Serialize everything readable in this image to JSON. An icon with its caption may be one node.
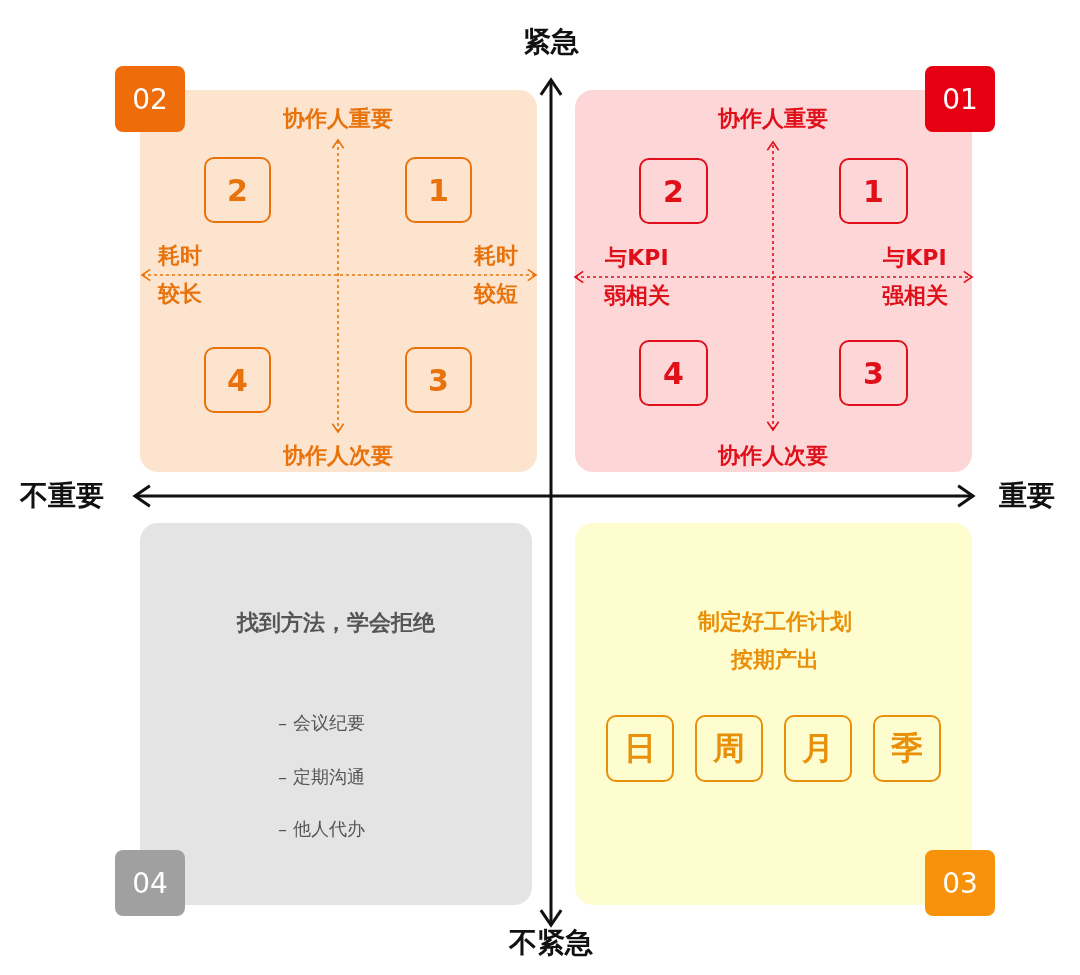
{
  "diagram": {
    "nodes": [
      {
        "text": [
          "协作人重要",
          "耗时较长",
          "耗时较短",
          "协作人次要"
        ]
      },
      {
        "text": [
          "2"
        ],
        "in": 0
      },
      {
        "text": [
          "1"
        ],
        "in": 0
      },
      {
        "text": [
          "4"
        ],
        "in": 0
      },
      {
        "text": [
          "3"
        ],
        "in": 0
      },
      {
        "text": [
          "02"
        ]
      },
      {
        "text": [
          "协作人重要",
          "与KPI 弱相关",
          "与KPI 强相关",
          "协作人次要"
        ]
      },
      {
        "text": [
          "2"
        ],
        "in": 6
      },
      {
        "text": [
          "1"
        ],
        "in": 6
      },
      {
        "text": [
          "4"
        ],
        "in": 6
      },
      {
        "text": [
          "3"
        ],
        "in": 6
      },
      {
        "text": [
          "01"
        ]
      },
      {
        "text": [
          "找到方法，学会拒绝",
          "– 会议纪要",
          "– 定期沟通",
          "– 他人代办"
        ]
      },
      {
        "text": [
          "04"
        ]
      },
      {
        "text": [
          "制定好工作计划按期产出"
        ]
      },
      {
        "text": [
          "日"
        ],
        "in": 14
      },
      {
        "text": [
          "周"
        ],
        "in": 14
      },
      {
        "text": [
          "月"
        ],
        "in": 14
      },
      {
        "text": [
          "季"
        ],
        "in": 14
      },
      {
        "text": [
          "03"
        ]
      }
    ],
    "labels": [
      "紧急",
      "不重要",
      "重要",
      "不紧急"
    ]
  }
}
